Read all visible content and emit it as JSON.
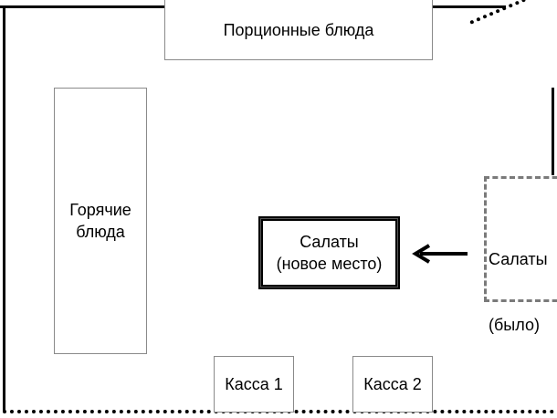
{
  "diagram": {
    "stations": {
      "portion": {
        "label": "Порционные блюда"
      },
      "hot": {
        "line1": "Горячие",
        "line2": "блюда"
      },
      "salads_new": {
        "line1": "Салаты",
        "line2": "(новое место)"
      },
      "salads_old": {
        "line1": "Салаты",
        "line2": "(было)"
      },
      "cash1": {
        "label": "Касса 1"
      },
      "cash2": {
        "label": "Касса 2"
      }
    },
    "arrow": {
      "direction": "left",
      "color": "#000000"
    }
  }
}
